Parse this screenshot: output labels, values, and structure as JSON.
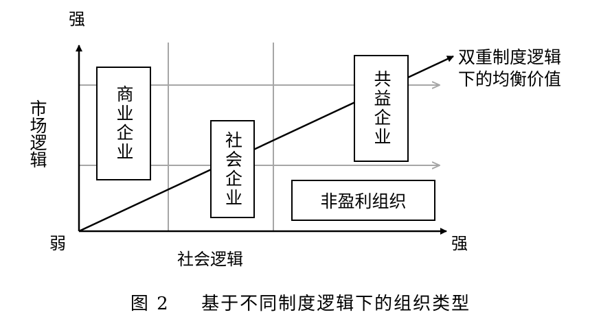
{
  "axes": {
    "y_label": "市场逻辑",
    "y_strong": "强",
    "x_label": "社会逻辑",
    "x_strong": "强",
    "origin_weak": "弱"
  },
  "diagonal": {
    "line1": "双重制度逻辑",
    "line2": "下的均衡价值"
  },
  "boxes": [
    {
      "label": "商业企业"
    },
    {
      "label": "社会企业"
    },
    {
      "label": "共益企业"
    },
    {
      "label": "非盈利组织"
    }
  ],
  "caption": {
    "number": "图 2",
    "title": "基于不同制度逻辑下的组织类型"
  },
  "colors": {
    "ink": "#000000",
    "grid": "#a6a6a6"
  }
}
